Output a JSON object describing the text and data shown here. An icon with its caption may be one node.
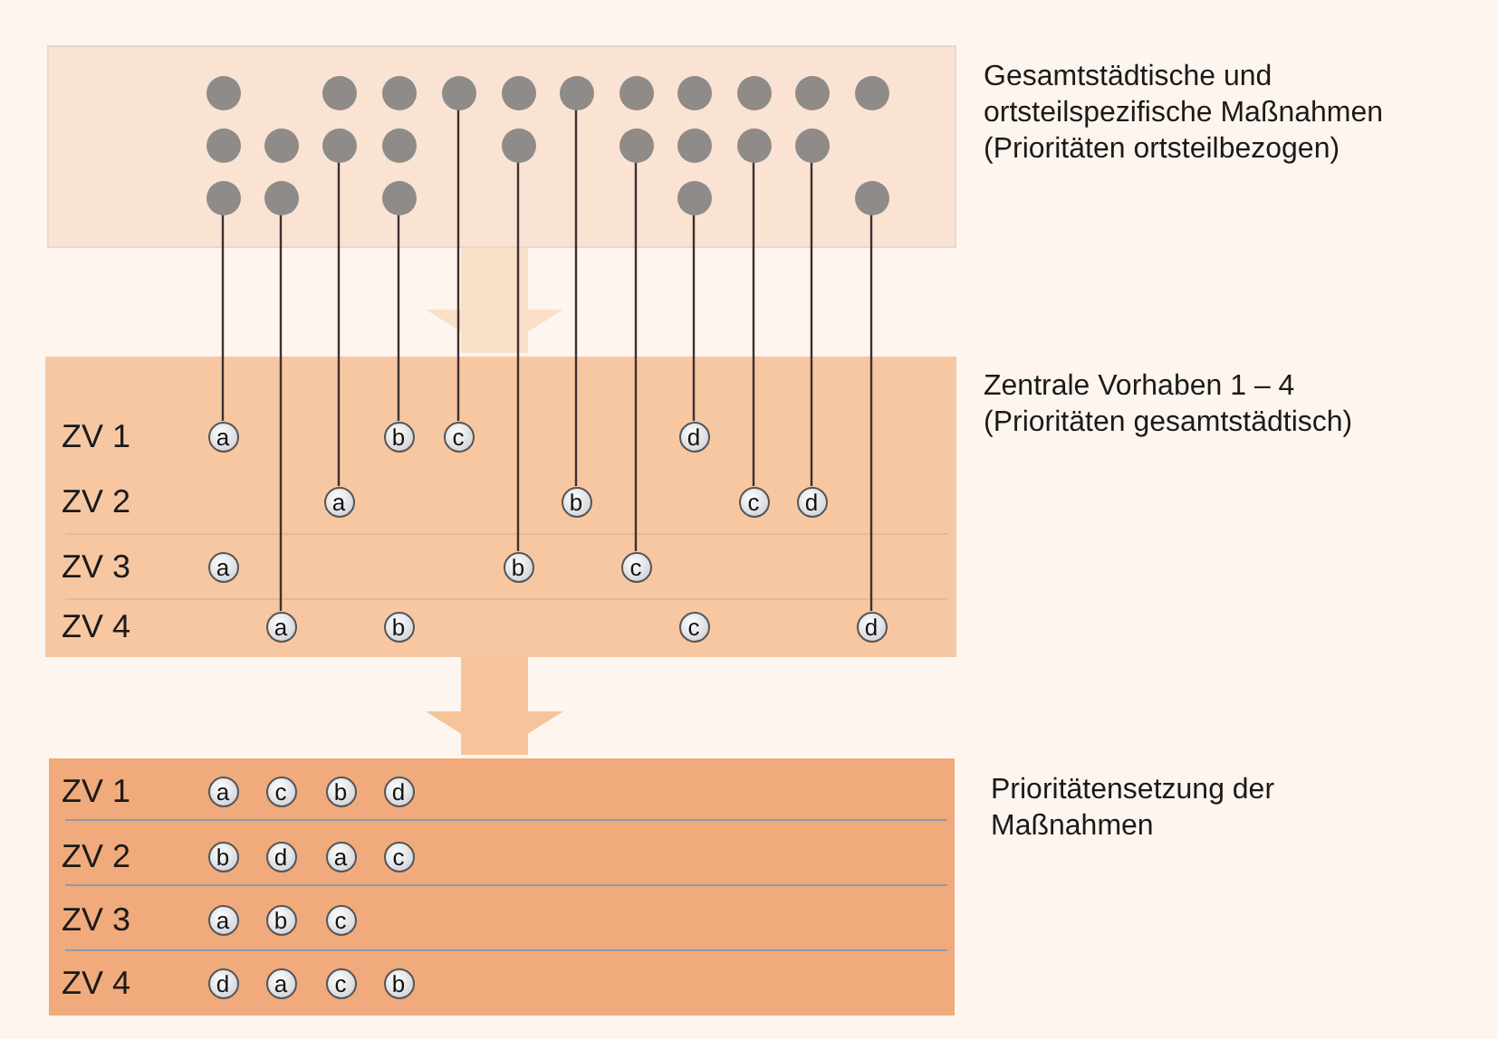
{
  "diagram": {
    "nodes": [
      {
        "text": [],
        "shape": "box",
        "beside": [
          "Gesamtstädtische und ortsteilspezifische Maßnahmen (Prioritäten ortsteilbezogen)"
        ]
      },
      {
        "text": [],
        "shape": "circle",
        "in": 0
      },
      {
        "text": [],
        "shape": "circle",
        "in": 0
      },
      {
        "text": [],
        "shape": "circle",
        "in": 0
      },
      {
        "text": [],
        "shape": "circle",
        "in": 0
      },
      {
        "text": [],
        "shape": "circle",
        "in": 0
      },
      {
        "text": [],
        "shape": "circle",
        "in": 0
      },
      {
        "text": [],
        "shape": "circle",
        "in": 0
      },
      {
        "text": [],
        "shape": "circle",
        "in": 0
      },
      {
        "text": [],
        "shape": "circle",
        "in": 0
      },
      {
        "text": [],
        "shape": "circle",
        "in": 0
      },
      {
        "text": [],
        "shape": "circle",
        "in": 0
      },
      {
        "text": [],
        "shape": "circle",
        "in": 0
      },
      {
        "text": [],
        "shape": "circle",
        "in": 0
      },
      {
        "text": [],
        "shape": "circle",
        "in": 0
      },
      {
        "text": [],
        "shape": "circle",
        "in": 0
      },
      {
        "text": [],
        "shape": "circle",
        "in": 0
      },
      {
        "text": [],
        "shape": "circle",
        "in": 0
      },
      {
        "text": [],
        "shape": "circle",
        "in": 0
      },
      {
        "text": [],
        "shape": "circle",
        "in": 0
      },
      {
        "text": [],
        "shape": "circle",
        "in": 0
      },
      {
        "text": [],
        "shape": "circle",
        "in": 0
      },
      {
        "text": [],
        "shape": "circle",
        "in": 0
      },
      {
        "text": [],
        "shape": "circle",
        "in": 0
      },
      {
        "text": [],
        "shape": "circle",
        "in": 0
      },
      {
        "text": [],
        "shape": "circle",
        "in": 0
      },
      {
        "text": [],
        "shape": "box",
        "beside": [
          "Zentrale Vorhaben 1 – 4 (Prioritäten gesamtstädtisch)"
        ]
      },
      {
        "text": [
          "a"
        ],
        "in": 26
      },
      {
        "text": [
          "b"
        ],
        "in": 26
      },
      {
        "text": [
          "c"
        ],
        "in": 26
      },
      {
        "text": [
          "d"
        ],
        "in": 26
      },
      {
        "text": [
          "a"
        ],
        "in": 26
      },
      {
        "text": [
          "b"
        ],
        "in": 26
      },
      {
        "text": [
          "c"
        ],
        "in": 26
      },
      {
        "text": [
          "d"
        ],
        "in": 26
      },
      {
        "text": [
          "a"
        ],
        "in": 26
      },
      {
        "text": [
          "b"
        ],
        "in": 26
      },
      {
        "text": [
          "c"
        ],
        "in": 26
      },
      {
        "text": [
          "a"
        ],
        "in": 26
      },
      {
        "text": [
          "b"
        ],
        "in": 26
      },
      {
        "text": [
          "c"
        ],
        "in": 26
      },
      {
        "text": [
          "d"
        ],
        "in": 26
      },
      {
        "text": [],
        "shape": "box",
        "beside": [
          "Prioritätensetzung der Maßnahmen"
        ]
      },
      {
        "text": [
          "a"
        ],
        "in": 42
      },
      {
        "text": [
          "c"
        ],
        "in": 42
      },
      {
        "text": [
          "b"
        ],
        "in": 42
      },
      {
        "text": [
          "d"
        ],
        "in": 42
      },
      {
        "text": [
          "b"
        ],
        "in": 42
      },
      {
        "text": [
          "d"
        ],
        "in": 42
      },
      {
        "text": [
          "a"
        ],
        "in": 42
      },
      {
        "text": [
          "c"
        ],
        "in": 42
      },
      {
        "text": [
          "a"
        ],
        "in": 42
      },
      {
        "text": [
          "b"
        ],
        "in": 42
      },
      {
        "text": [
          "c"
        ],
        "in": 42
      },
      {
        "text": [
          "d"
        ],
        "in": 42
      },
      {
        "text": [
          "a"
        ],
        "in": 42
      },
      {
        "text": [
          "c"
        ],
        "in": 42
      },
      {
        "text": [
          "b"
        ],
        "in": 42
      }
    ],
    "edges": [
      {
        "from": 0,
        "to": 26,
        "arrow": "to",
        "style": "thick",
        "color": "#fbe0c8"
      },
      {
        "from": 26,
        "to": 42,
        "arrow": "to",
        "style": "thick",
        "color": "#f6c49a"
      },
      {
        "from": 21,
        "to": 27,
        "arrow": "none"
      },
      {
        "from": 22,
        "to": 38,
        "arrow": "none"
      },
      {
        "from": 14,
        "to": 31,
        "arrow": "none"
      },
      {
        "from": 23,
        "to": 28,
        "arrow": "none"
      },
      {
        "from": 4,
        "to": 29,
        "arrow": "none"
      },
      {
        "from": 16,
        "to": 36,
        "arrow": "none"
      },
      {
        "from": 6,
        "to": 32,
        "arrow": "none"
      },
      {
        "from": 17,
        "to": 37,
        "arrow": "none"
      },
      {
        "from": 24,
        "to": 30,
        "arrow": "none"
      },
      {
        "from": 19,
        "to": 33,
        "arrow": "none"
      },
      {
        "from": 20,
        "to": 34,
        "arrow": "none"
      },
      {
        "from": 25,
        "to": 41,
        "arrow": "none"
      }
    ],
    "labels": [
      "ZV 1",
      "ZV 2",
      "ZV 3",
      "ZV 4",
      "ZV 1",
      "ZV 2",
      "ZV 3",
      "ZV 4"
    ]
  }
}
